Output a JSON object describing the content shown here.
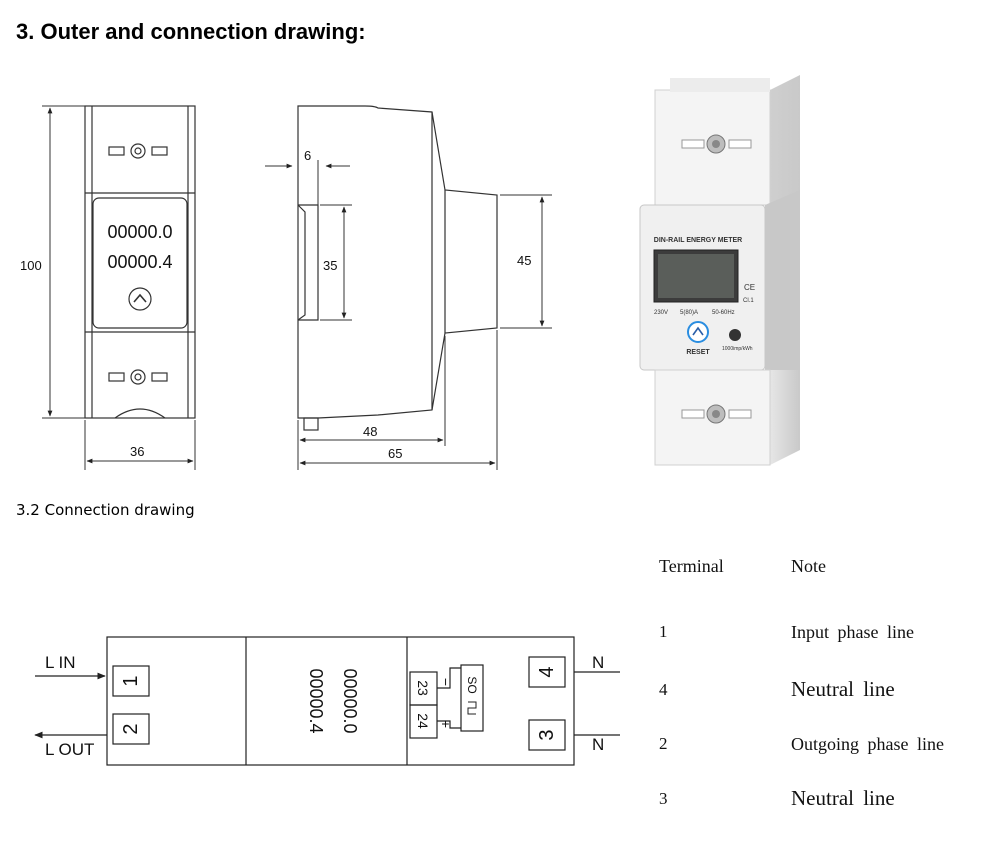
{
  "heading": "3. Outer and connection drawing:",
  "front_view": {
    "height_dim": "100",
    "width_dim": "36",
    "display_line1": "00000.0",
    "display_line2": "00000.4"
  },
  "side_view": {
    "dim_6": "6",
    "dim_35": "35",
    "dim_45": "45",
    "dim_48": "48",
    "dim_65": "65"
  },
  "photo": {
    "label_top": "DIN-RAIL ENERGY METER",
    "specs_voltage": "230V",
    "specs_current": "5(80)A",
    "specs_freq": "50-60Hz",
    "reset_label": "RESET",
    "impulse": "1000imp/kWh",
    "class": "Cl.1",
    "ce_mark": "CE"
  },
  "subheading": "3.2 Connection drawing",
  "connection": {
    "l_in": "L IN",
    "l_out": "L OUT",
    "n_top": "N",
    "n_bottom": "N",
    "terminal_1": "1",
    "terminal_2": "2",
    "terminal_3": "3",
    "terminal_4": "4",
    "terminal_23": "23",
    "terminal_24": "24",
    "minus": "−",
    "plus": "+",
    "so_label": "SO",
    "display_a": "00000.0",
    "display_b": "00000.4"
  },
  "terminal_table": {
    "header_terminal": "Terminal",
    "header_note": "Note",
    "rows": [
      {
        "terminal": "1",
        "note": "Input phase line"
      },
      {
        "terminal": "4",
        "note": "Neutral line"
      },
      {
        "terminal": "2",
        "note": "Outgoing phase line"
      },
      {
        "terminal": "3",
        "note": "Neutral line"
      }
    ]
  }
}
